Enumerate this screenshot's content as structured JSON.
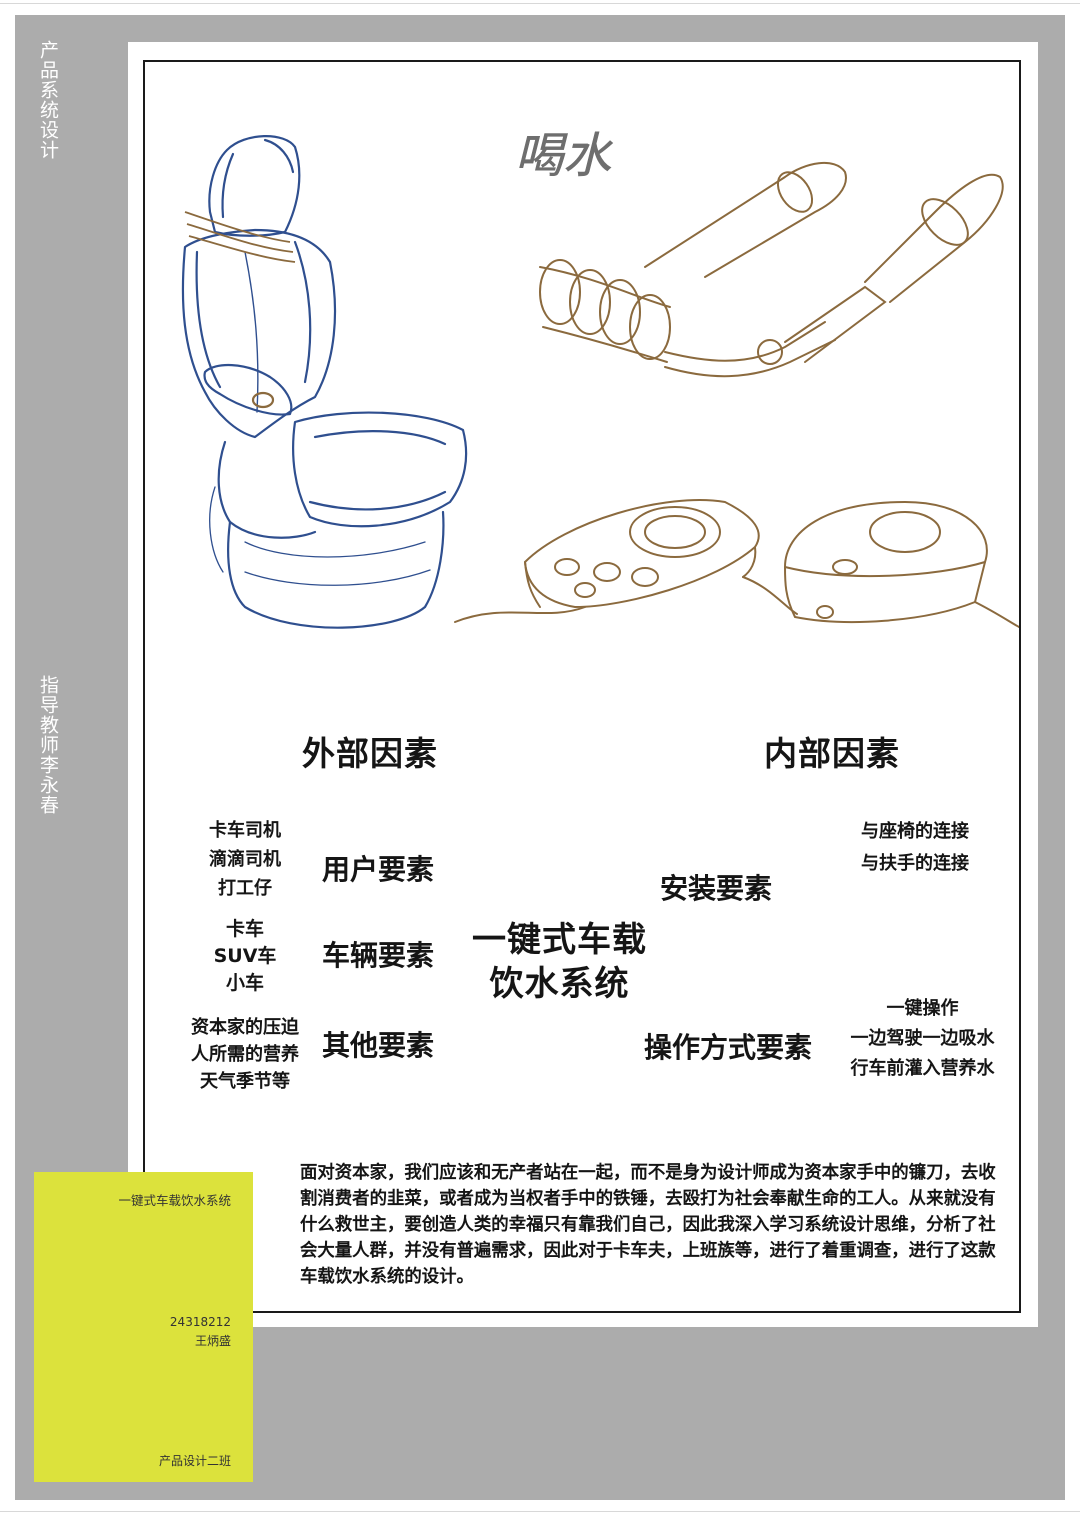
{
  "sidebar": {
    "course_title": "产品系统设计",
    "teacher_line": "指导教师李永春"
  },
  "sketch": {
    "handwritten_note": "喝水"
  },
  "headings": {
    "external": "外部因素",
    "internal": "内部因素"
  },
  "center_title": [
    "一键式车载",
    "饮水系统"
  ],
  "factors": {
    "user": {
      "label": "用户要素",
      "items": [
        "卡车司机",
        "滴滴司机",
        "打工仔"
      ]
    },
    "vehicle": {
      "label": "车辆要素",
      "items": [
        "卡车",
        "SUV车",
        "小车"
      ]
    },
    "other": {
      "label": "其他要素",
      "items": [
        "资本家的压迫",
        "人所需的营养",
        "天气季节等"
      ]
    },
    "install": {
      "label": "安装要素",
      "items": [
        "与座椅的连接",
        "与扶手的连接"
      ]
    },
    "operation": {
      "label": "操作方式要素",
      "items": [
        "一键操作",
        "一边驾驶一边吸水",
        "行车前灌入营养水"
      ]
    }
  },
  "essay": "面对资本家，我们应该和无产者站在一起，而不是身为设计师成为资本家手中的镰刀，去收割消费者的韭菜，或者成为当权者手中的铁锤，去殴打为社会奉献生命的工人。从来就没有什么救世主，要创造人类的幸福只有靠我们自己，因此我深入学习系统设计思维，分析了社会大量人群，并没有普遍需求，因此对于卡车夫，上班族等，进行了着重调查，进行了这款车载饮水系统的设计。",
  "info_card": {
    "project": "一键式车载饮水系统",
    "student_id": "24318212",
    "student_name": "王炳盛",
    "class": "产品设计二班"
  },
  "colors": {
    "background_gray": "#acacac",
    "card_yellow": "#dce23c",
    "seat_sketch_blue": "#2f4f8f",
    "device_sketch_brown": "#8b6a3e"
  }
}
